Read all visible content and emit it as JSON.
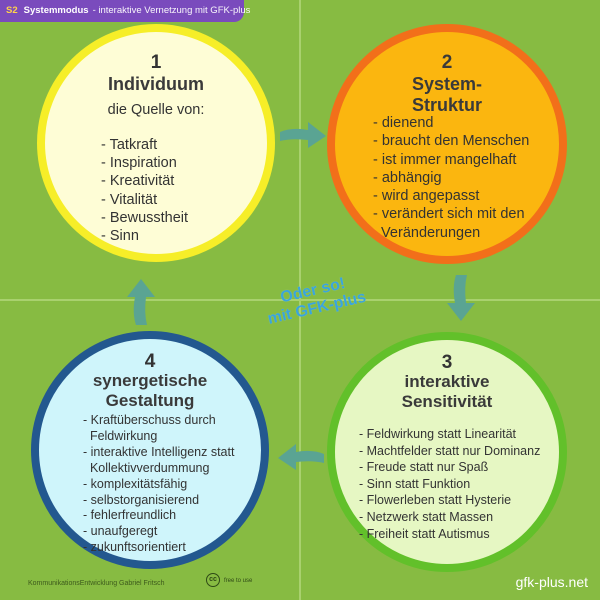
{
  "header": {
    "code": "S2",
    "mode": "Systemmodus",
    "subtitle": "- interaktive Vernetzung mit GFK-plus"
  },
  "colors": {
    "background": "#87bb42",
    "tab": "#7a4bbd",
    "circle1_fill": "#fefdd6",
    "circle1_ring": "#f6ee28",
    "circle2_fill": "#fbb60f",
    "circle2_ring": "#f26f1a",
    "circle3_fill": "#e6f7c3",
    "circle3_ring": "#62c02a",
    "circle4_fill": "#cff5fb",
    "circle4_ring": "#23588f",
    "arrows": "#5aa493",
    "center_text": "#3aa5dc"
  },
  "circles": [
    {
      "number": "1",
      "title": "Individuum",
      "lead": "die Quelle von:",
      "items": [
        "- Tatkraft",
        "- Inspiration",
        "- Kreativität",
        "- Vitalität",
        "- Bewusstheit",
        "- Sinn"
      ]
    },
    {
      "number": "2",
      "title_line1": "System-",
      "title_line2": "Struktur",
      "items": [
        "- dienend",
        "- braucht den Menschen",
        "- ist immer mangelhaft",
        "- abhängig",
        "- wird angepasst",
        "- verändert sich mit den",
        "  Veränderungen"
      ]
    },
    {
      "number": "3",
      "title_line1": "interaktive",
      "title_line2": "Sensitivität",
      "items": [
        "- Feldwirkung statt Linearität",
        "- Machtfelder statt nur Dominanz",
        "- Freude statt nur Spaß",
        "- Sinn statt Funktion",
        "- Flowerleben statt Hysterie",
        "- Netzwerk statt Massen",
        "- Freiheit statt Autismus"
      ]
    },
    {
      "number": "4",
      "title_line1": "synergetische",
      "title_line2": "Gestaltung",
      "items": [
        "- Kraftüberschuss durch",
        "  Feldwirkung",
        "- interaktive Intelligenz statt",
        "  Kollektivverdummung",
        "- komplexitätsfähig",
        "- selbstorganisierend",
        "- fehlerfreundlich",
        "- unaufgeregt",
        "- zukunftsorientiert"
      ]
    }
  ],
  "center": {
    "line1": "Oder so!",
    "line2": "mit GFK-plus"
  },
  "footer": {
    "left": "KommunikationsEntwicklung Gabriel Fritsch",
    "cc_mark": "cc",
    "free_label": "free to use",
    "right": "gfk-plus.net"
  },
  "icons": {
    "arrows": "curved-arrow-icon",
    "license": "creative-commons-icon"
  }
}
